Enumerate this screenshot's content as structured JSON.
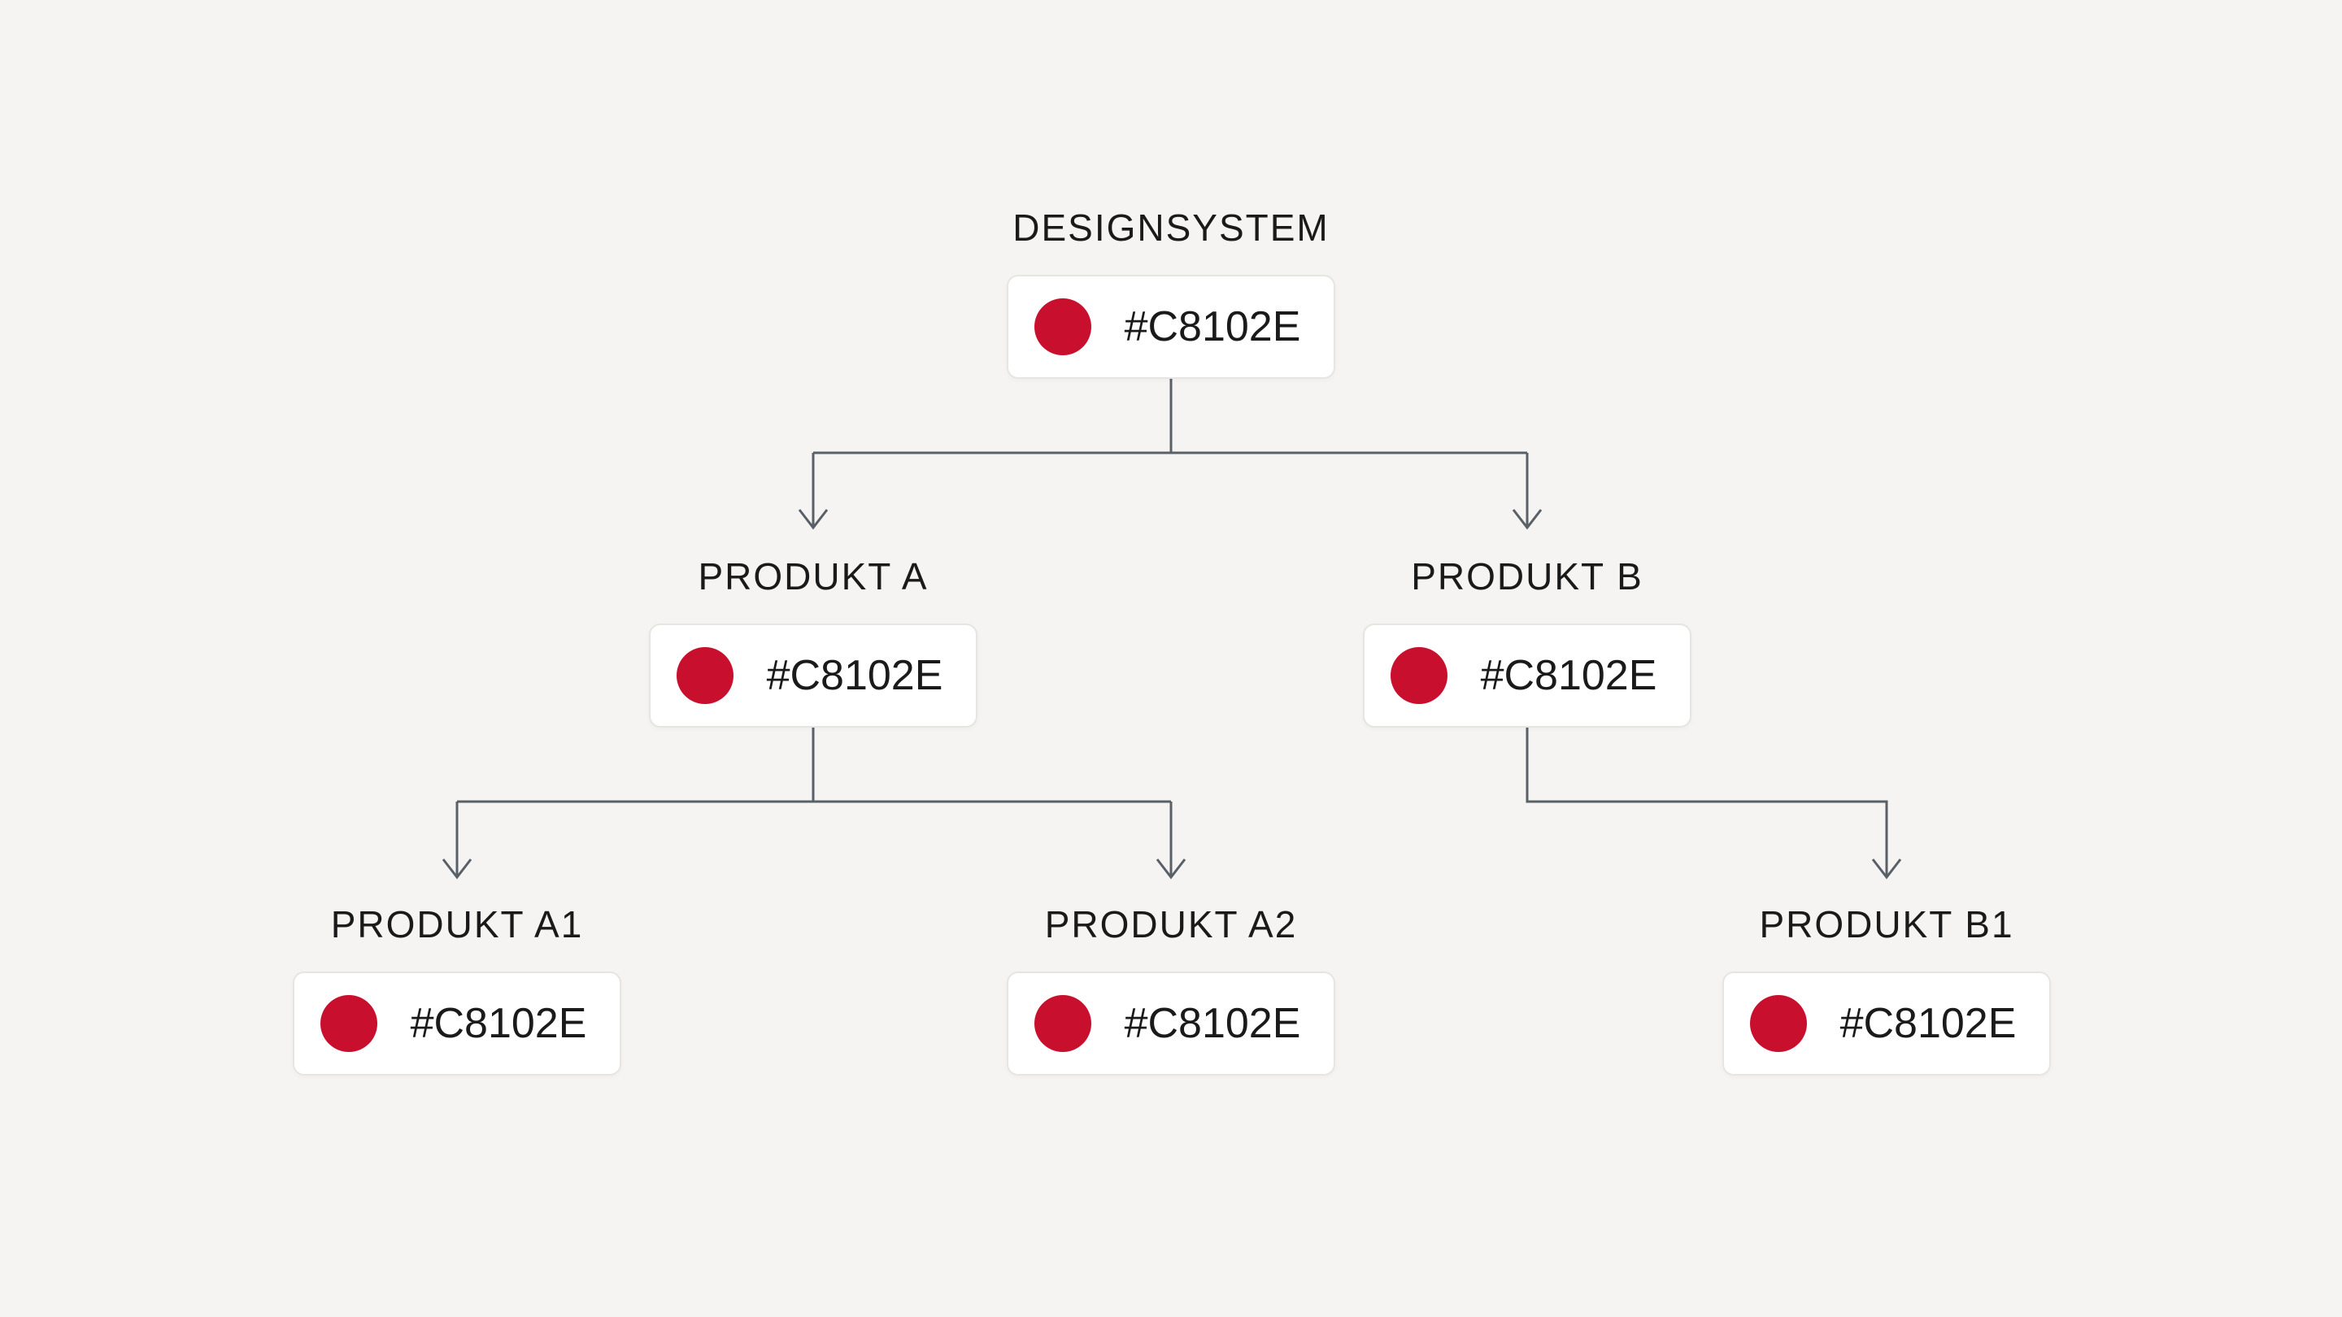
{
  "colors": {
    "background": "#F5F4F2",
    "card_background": "#FFFFFF",
    "card_border": "#E6E5E2",
    "swatch": "#C8102E",
    "connector": "#5A6067",
    "text": "#1A1A1A"
  },
  "diagram": {
    "type": "tree",
    "nodes": [
      {
        "id": "designsystem",
        "label": "DESIGNSYSTEM",
        "value": "#C8102E",
        "parent": null
      },
      {
        "id": "produkt-a",
        "label": "PRODUKT A",
        "value": "#C8102E",
        "parent": "designsystem"
      },
      {
        "id": "produkt-b",
        "label": "PRODUKT B",
        "value": "#C8102E",
        "parent": "designsystem"
      },
      {
        "id": "produkt-a1",
        "label": "PRODUKT A1",
        "value": "#C8102E",
        "parent": "produkt-a"
      },
      {
        "id": "produkt-a2",
        "label": "PRODUKT A2",
        "value": "#C8102E",
        "parent": "produkt-a"
      },
      {
        "id": "produkt-b1",
        "label": "PRODUKT B1",
        "value": "#C8102E",
        "parent": "produkt-b"
      }
    ]
  }
}
